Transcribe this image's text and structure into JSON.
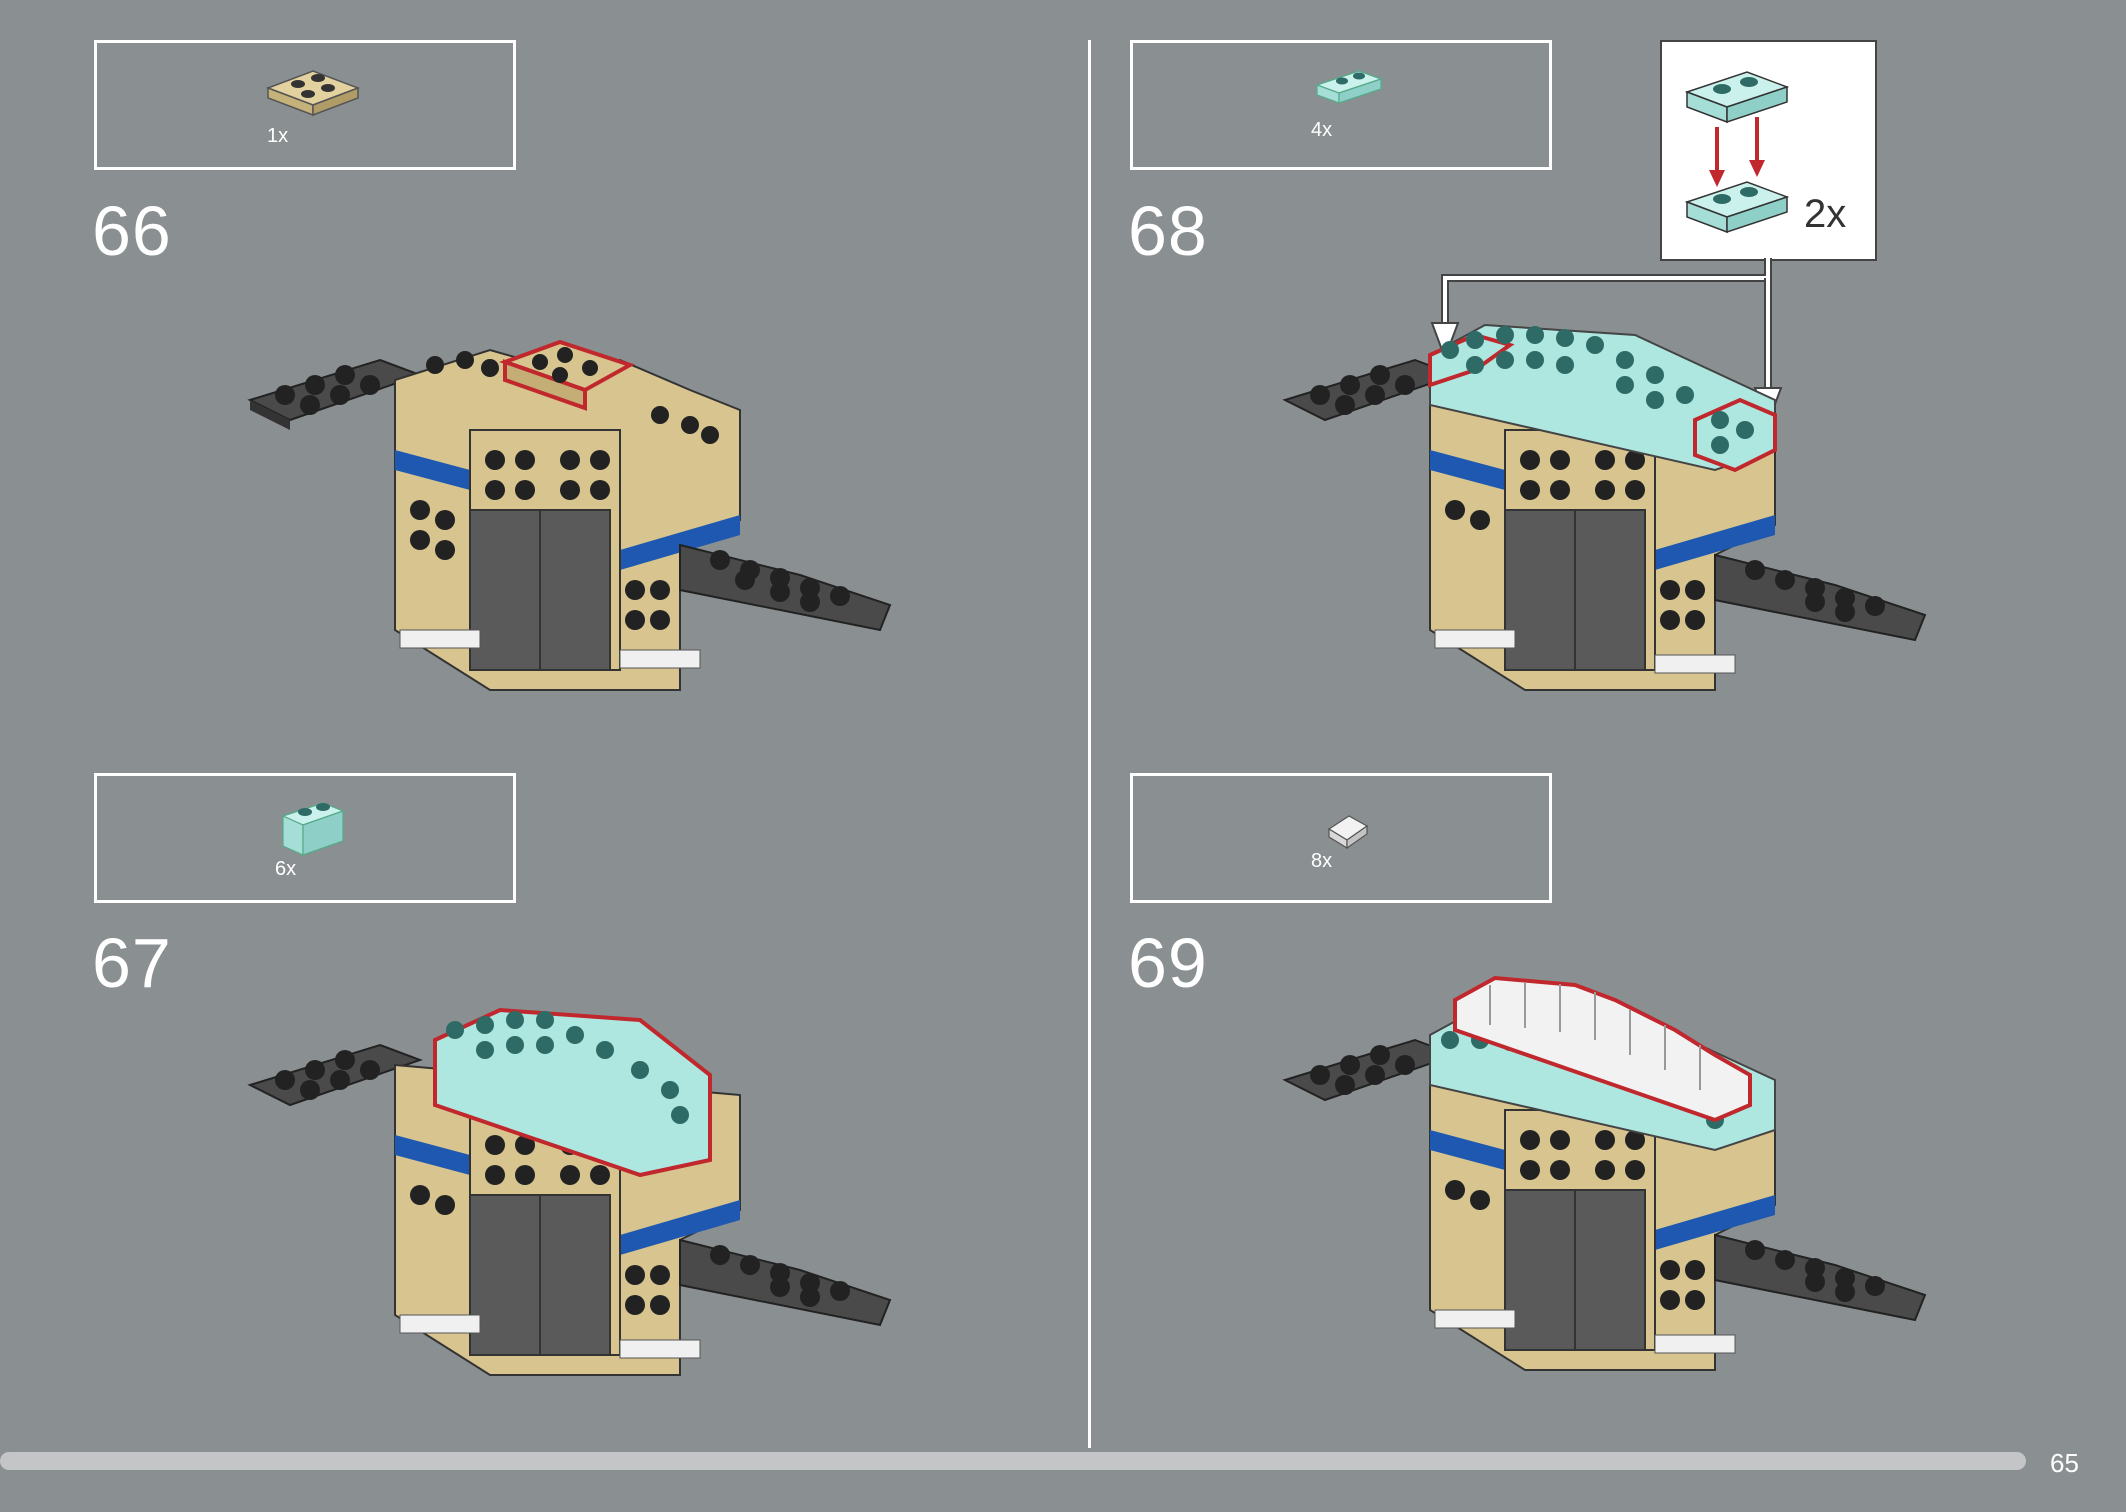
{
  "page": {
    "number": "65"
  },
  "steps": [
    {
      "number": "66",
      "parts_qty": "1x",
      "part_icon": "tan-plate-2x2-icon"
    },
    {
      "number": "67",
      "parts_qty": "6x",
      "part_icon": "trans-light-blue-brick-1x2-icon"
    },
    {
      "number": "68",
      "parts_qty": "4x",
      "part_icon": "trans-light-blue-plate-1x2-icon",
      "callout_qty": "2x"
    },
    {
      "number": "69",
      "parts_qty": "8x",
      "part_icon": "trans-clear-slope-icon"
    }
  ],
  "colors": {
    "background": "#8a9092",
    "tan": "#d7c48e",
    "dark_gray": "#565656",
    "trans_light_blue": "#aee6e0",
    "blue": "#1e58b0",
    "highlight_red": "#c0282d"
  }
}
